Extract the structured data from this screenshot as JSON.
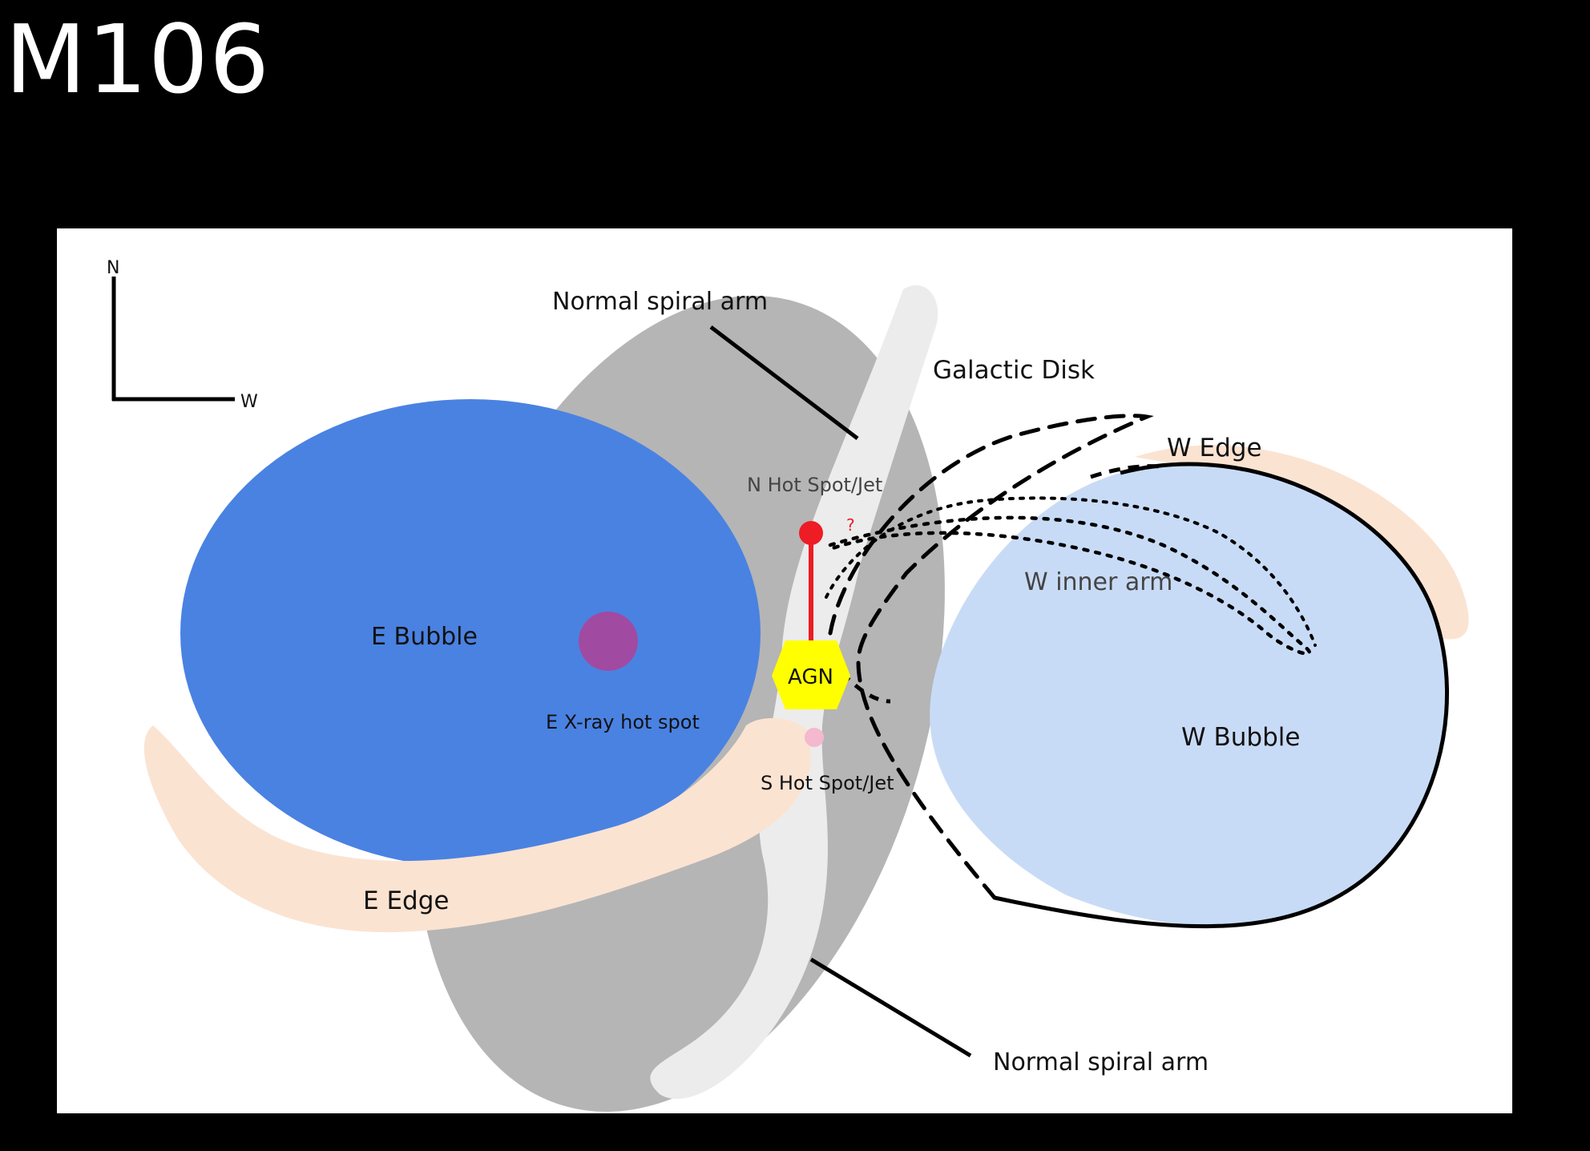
{
  "slide": {
    "title": "M106"
  },
  "compass": {
    "north": "N",
    "west": "W"
  },
  "labels": {
    "normal_spiral_arm_top": "Normal spiral arm",
    "galactic_disk": "Galactic Disk",
    "w_edge": "W Edge",
    "n_hot_spot": "N Hot Spot/Jet",
    "question_mark": "?",
    "w_inner_arm": "W inner arm",
    "e_bubble": "E Bubble",
    "agn": "AGN",
    "w_bubble": "W Bubble",
    "e_xray_hot_spot": "E X-ray hot spot",
    "s_hot_spot": "S Hot Spot/Jet",
    "e_edge": "E Edge",
    "normal_spiral_arm_bottom": "Normal spiral arm"
  },
  "colors": {
    "background": "#000000",
    "panel": "#ffffff",
    "galactic_disk": "#b5b5b5",
    "spiral_arm": "#ececec",
    "e_bubble": "#4a82e2",
    "w_bubble": "#c8dbf6",
    "edge": "#fbe3d2",
    "xray_spot": "#a14aa1",
    "n_jet": "#ee1c24",
    "s_jet": "#f4b8cf",
    "agn": "#ffff00",
    "question_mark": "#ee1c24"
  }
}
